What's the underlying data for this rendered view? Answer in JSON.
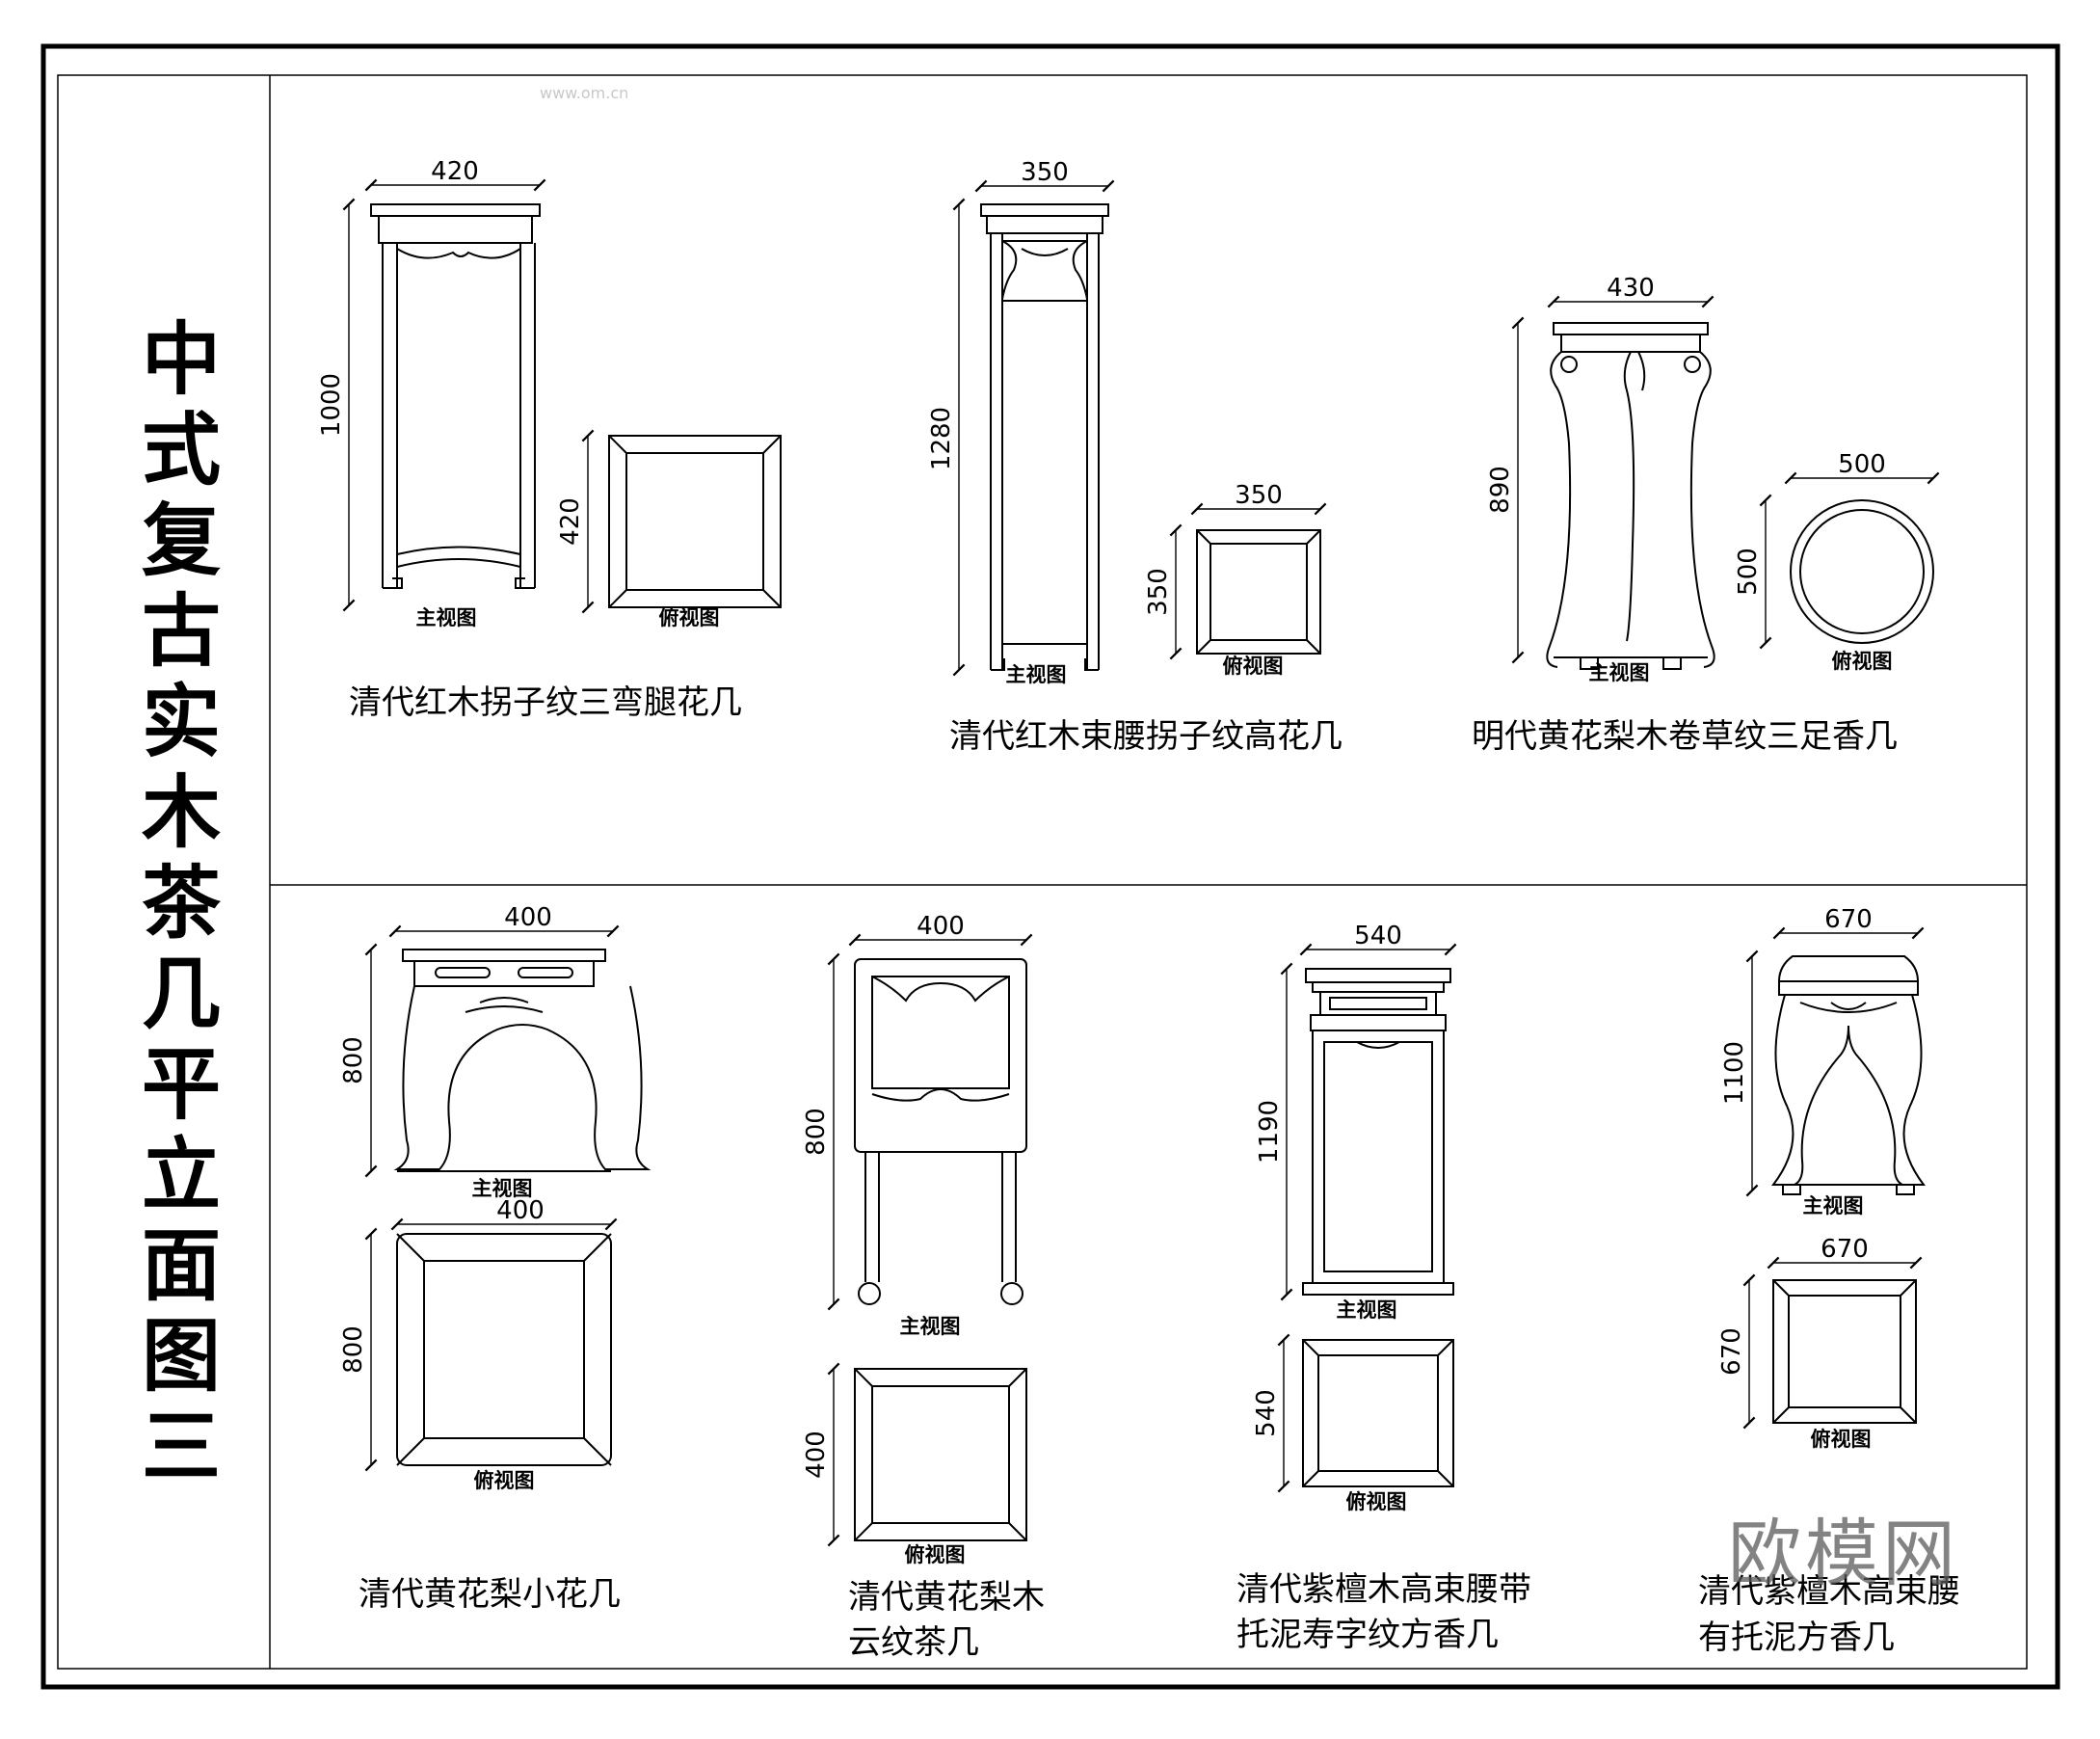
{
  "title": "中式复古实木茶几平立面图三",
  "views": {
    "front": "主视图",
    "top": "俯视图"
  },
  "watermark": {
    "site": "www.om.cn",
    "brand": "欧模网"
  },
  "items": [
    {
      "name": "清代红木拐子纹三弯腿花几",
      "front_w": "420",
      "front_h": "1000",
      "top_h": "420"
    },
    {
      "name": "清代红木束腰拐子纹高花几",
      "front_w": "350",
      "front_h": "1280",
      "top_w": "350",
      "top_h": "350"
    },
    {
      "name": "明代黄花梨木卷草纹三足香几",
      "front_w": "430",
      "front_h": "890",
      "top_w": "500",
      "top_h": "500"
    },
    {
      "name": "清代黄花梨小花几",
      "front_w": "400",
      "front_h": "800",
      "top_w": "400",
      "top_h": "800"
    },
    {
      "name_line1": "清代黄花梨木",
      "name_line2": "云纹茶几",
      "front_w": "400",
      "front_h": "800",
      "top_h": "400"
    },
    {
      "name_line1": "清代紫檀木高束腰带",
      "name_line2": "托泥寿字纹方香几",
      "front_w": "540",
      "front_h": "1190",
      "top_h": "540"
    },
    {
      "name_line1": "清代紫檀木高束腰",
      "name_line2": "有托泥方香几",
      "front_w": "670",
      "front_h": "1100",
      "top_w": "670",
      "top_h": "670"
    }
  ]
}
